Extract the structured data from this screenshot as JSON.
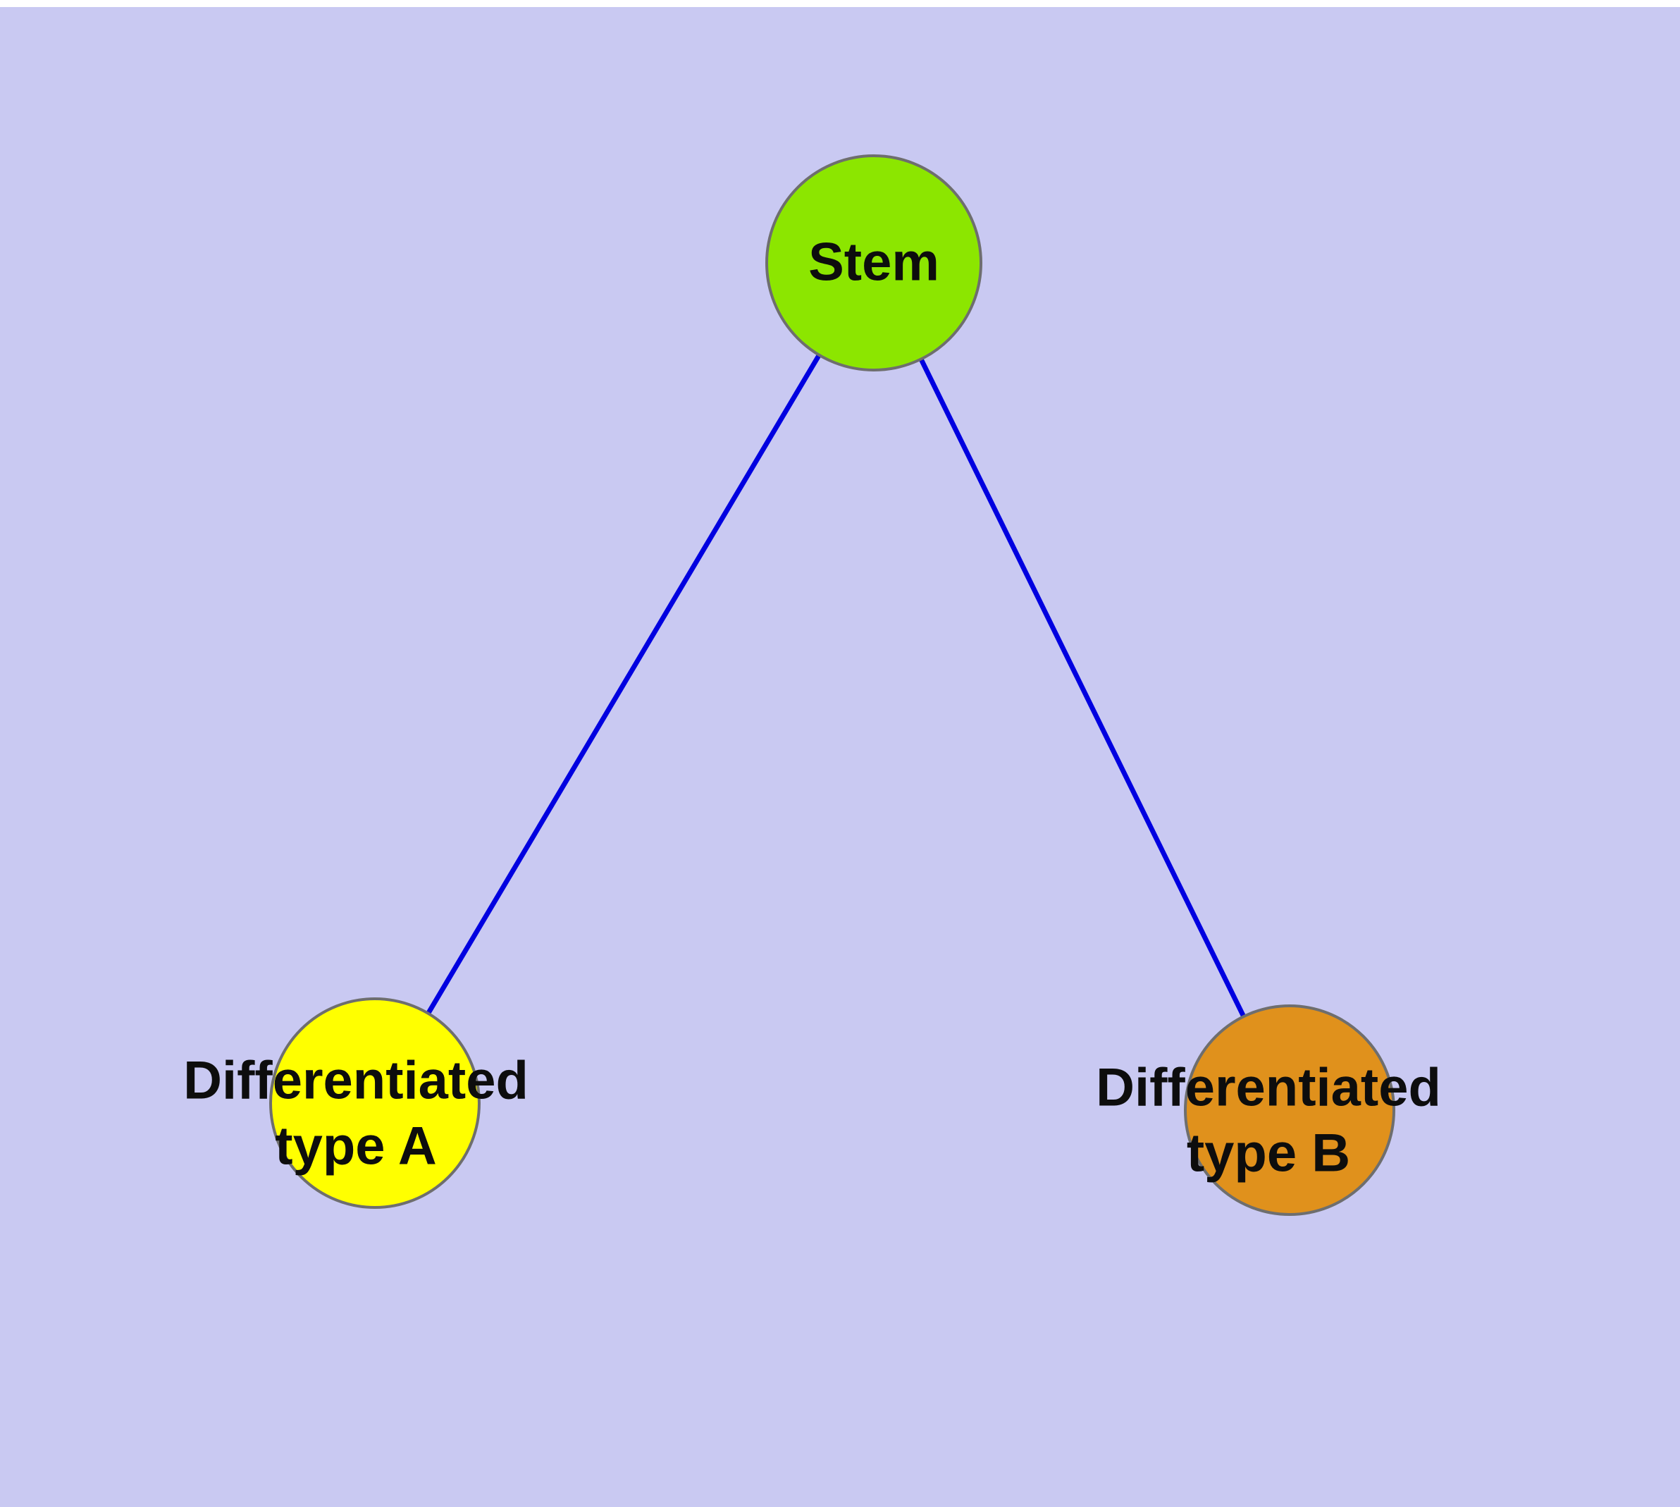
{
  "diagram": {
    "background": "#c9c9f2",
    "edge_color": "#0000e0",
    "nodes": {
      "stem": {
        "label": "Stem",
        "fill": "#8ce600",
        "stroke": "#6e6e6e"
      },
      "type_a": {
        "line1": "Differentiated",
        "line2": "type A",
        "fill": "#ffff00",
        "stroke": "#6e6e6e"
      },
      "type_b": {
        "line1": "Differentiated",
        "line2": "type B",
        "fill": "#e0911c",
        "stroke": "#6e6e6e"
      }
    }
  }
}
